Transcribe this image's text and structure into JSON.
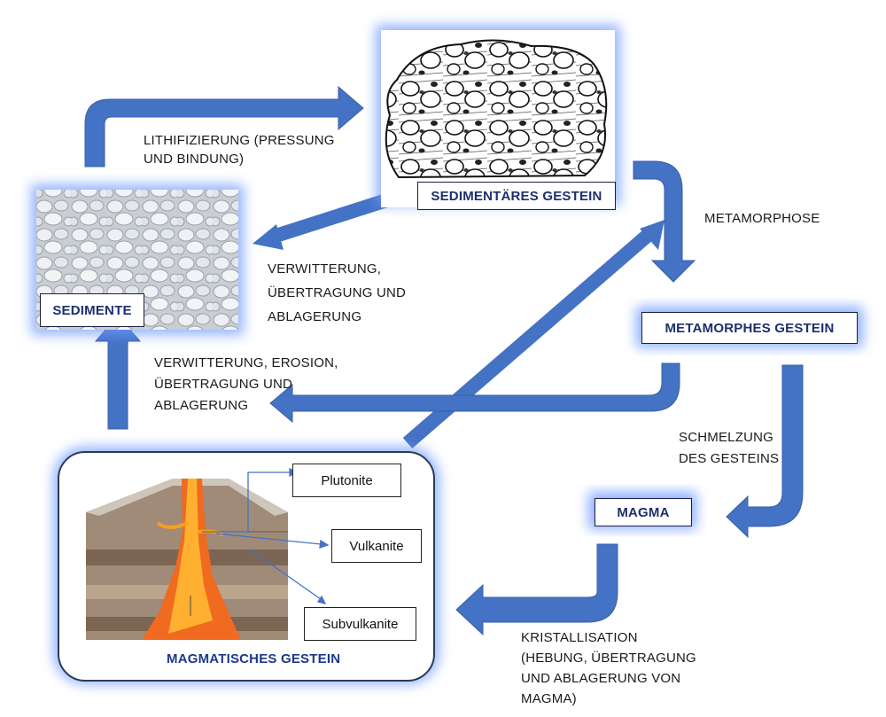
{
  "nodes": {
    "sedimentary_rock": "SEDIMENTÄRES GESTEIN",
    "sediments": "SEDIMENTE",
    "metamorphic_rock": "METAMORPHES GESTEIN",
    "magma": "MAGMA",
    "igneous_rock": "MAGMATISCHES GESTEIN"
  },
  "igneous_types": {
    "plutonite": "Plutonite",
    "vulkanite": "Vulkanite",
    "subvulkanite": "Subvulkanite"
  },
  "processes": {
    "lithification": "LITHIFIZIERUNG (PRESSUNG\nUND BINDUNG)",
    "weathering_sed": "VERWITTERUNG,\nÜBERTRAGUNG UND\nABLAGERUNG",
    "metamorphosis": "METAMORPHOSE",
    "weathering_meta": "VERWITTERUNG, EROSION,\nÜBERTRAGUNG UND\nABLAGERUNG",
    "melting": "SCHMELZUNG\nDES GESTEINS",
    "crystallization": "KRISTALLISATION\n(HEBUNG, ÜBERTRAGUNG\nUND ABLAGERUNG VON\nMAGMA)"
  },
  "colors": {
    "arrow": "#4472c4",
    "label_text": "#1d2f6e",
    "glow": "#6f9bff"
  }
}
